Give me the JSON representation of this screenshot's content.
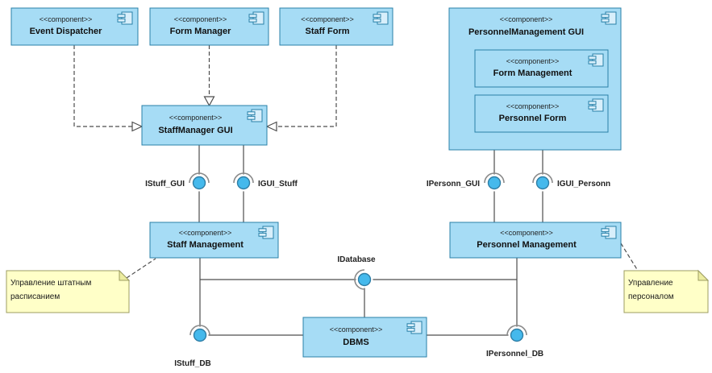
{
  "stereotype": "<<component>>",
  "components": {
    "event_dispatcher": "Event Dispatcher",
    "form_manager": "Form Manager",
    "staff_form": "Staff Form",
    "personnel_management_gui": "PersonnelManagement GUI",
    "form_management": "Form Management",
    "personnel_form": "Personnel Form",
    "staffmanager_gui": "StaffManager GUI",
    "staff_management": "Staff Management",
    "personnel_management": "Personnel Management",
    "dbms": "DBMS"
  },
  "interfaces": {
    "istuff_gui": "IStuff_GUI",
    "igui_stuff": "IGUI_Stuff",
    "ipersonn_gui": "IPersonn_GUI",
    "igui_personn": "IGUI_Personn",
    "idatabase": "IDatabase",
    "istuff_db": "IStuff_DB",
    "ipersonnel_db": "IPersonnel_DB"
  },
  "notes": {
    "staff": {
      "line1": "Управление штатным",
      "line2": "расписанием"
    },
    "personnel": {
      "line1": "Управление",
      "line2": "персоналом"
    }
  },
  "colors": {
    "component_fill": "#A6DCF5",
    "component_border": "#2980A8",
    "ball_fill": "#45B9EC",
    "note_fill": "#FFFFC8",
    "note_border": "#9C9C62",
    "connector": "#4d4d4d"
  }
}
